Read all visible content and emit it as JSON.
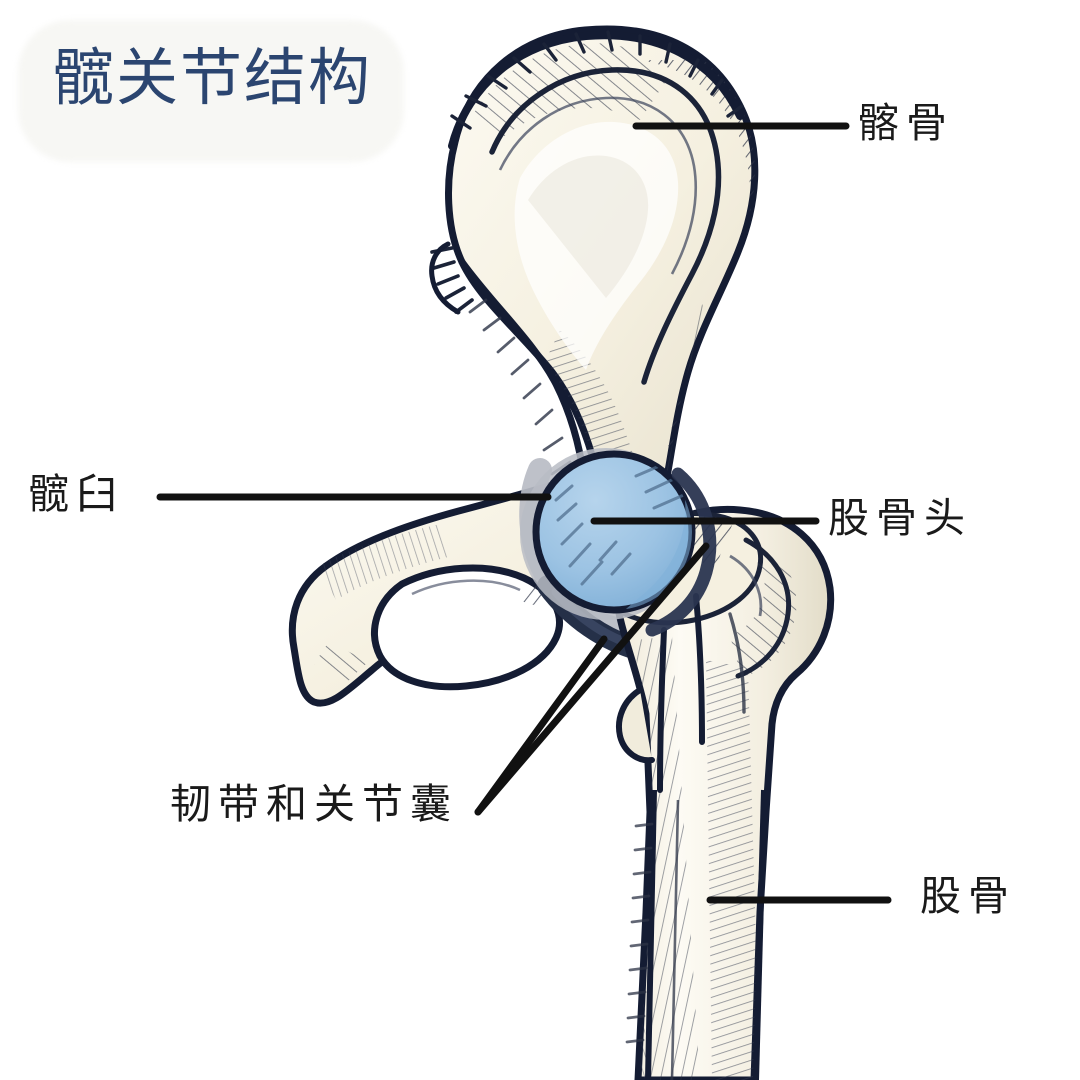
{
  "title": "髋关节结构",
  "theme": {
    "title_color": "#2b4570",
    "label_color": "#1a1a1a",
    "ink_color": "#141c33",
    "bone_fill": "#f7f3e6",
    "bone_shade": "#e4dfcf",
    "femoral_head_fill": "#9cc3e3",
    "femoral_head_shade": "#7fb0d8",
    "cartilage_rim": "#b9bcc4",
    "background": "#ffffff"
  },
  "labels": [
    {
      "id": "ilium",
      "text": "髂骨",
      "leader": "horizontal"
    },
    {
      "id": "acetabulum",
      "text": "髋臼",
      "leader": "horizontal"
    },
    {
      "id": "femoral-head",
      "text": "股骨头",
      "leader": "horizontal"
    },
    {
      "id": "ligament",
      "text": "韧带和关节囊",
      "leader": "double-diagonal"
    },
    {
      "id": "femur",
      "text": "股骨",
      "leader": "horizontal"
    }
  ],
  "figure": {
    "kind": "hand-drawn anatomical illustration",
    "view": "anterior right hip joint",
    "structures": [
      "ilium",
      "greater sciatic notch",
      "acetabulum",
      "obturator foramen",
      "ischium",
      "pubis",
      "femoral head",
      "femoral neck",
      "greater trochanter",
      "lesser trochanter",
      "femoral shaft",
      "joint capsule"
    ]
  }
}
